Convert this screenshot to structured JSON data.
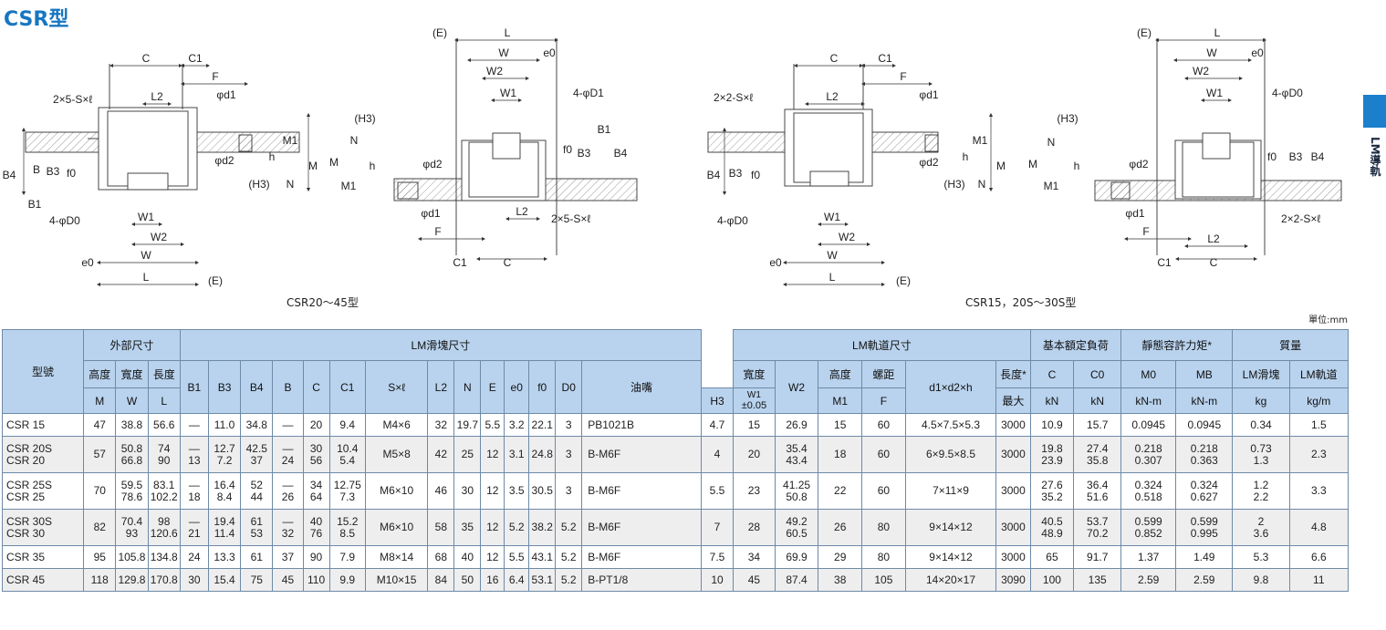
{
  "page": {
    "title": "CSR型",
    "side_tab_label": "LM導軌",
    "caption_left": "CSR20～45型",
    "caption_right": "CSR15，20S～30S型",
    "unit_note": "單位:mm"
  },
  "diagram_labels": {
    "c": "C",
    "c1": "C1",
    "f": "F",
    "l": "L",
    "l2": "L2",
    "w": "W",
    "w1": "W1",
    "w2": "W2",
    "e": "(E)",
    "e0": "e0",
    "f0": "f0",
    "h": "h",
    "h3": "(H3)",
    "n": "N",
    "m": "M",
    "m1": "M1",
    "b": "B",
    "b1": "B1",
    "b3": "B3",
    "b4": "B4",
    "d1": "φd1",
    "d2": "φd2",
    "bolt_5": "2×5-S×ℓ",
    "bolt_2": "2×2-S×ℓ",
    "d0": "4-φD0",
    "d1_4": "4-φD1"
  },
  "table": {
    "h_model": "型號",
    "g_outer": "外部尺寸",
    "g_block": "LM滑塊尺寸",
    "g_rail": "LM軌道尺寸",
    "g_load": "基本額定負荷",
    "g_moment": "靜態容許力矩*",
    "g_mass": "質量",
    "h_height": "高度",
    "h_width": "寬度",
    "h_length": "長度",
    "h_grease": "油嘴",
    "h_rail_width": "寬度",
    "h_rail_height": "高度",
    "h_pitch": "螺距",
    "h_max_len": "長度*",
    "h_mass_block": "LM滑塊",
    "h_mass_rail": "LM軌道",
    "sym_m": "M",
    "sym_w": "W",
    "sym_l": "L",
    "sym_b1": "B1",
    "sym_b3": "B3",
    "sym_b4": "B4",
    "sym_b": "B",
    "sym_c": "C",
    "sym_c1": "C1",
    "sym_sxl": "S×ℓ",
    "sym_l2": "L2",
    "sym_n": "N",
    "sym_e": "E",
    "sym_e0": "e0",
    "sym_f0": "f0",
    "sym_d0": "D0",
    "sym_h3": "H3",
    "sym_w1": "W1",
    "sym_w1_tol": "±0.05",
    "sym_w2": "W2",
    "sym_m1": "M1",
    "sym_f": "F",
    "sym_dxdxh": "d1×d2×h",
    "sym_max": "最大",
    "sym_c_load": "C",
    "sym_c0": "C0",
    "sym_ma": "M0",
    "sym_mb": "MB",
    "u_kn1": "kN",
    "u_kn2": "kN",
    "u_knm1": "kN-m",
    "u_knm2": "kN-m",
    "u_kg": "kg",
    "u_kgm": "kg/m",
    "rows": [
      {
        "model": [
          "CSR 15"
        ],
        "m": "47",
        "w": [
          "38.8"
        ],
        "l": [
          "56.6"
        ],
        "b1": [
          "—"
        ],
        "b3": [
          "11.0"
        ],
        "b4": [
          "34.8"
        ],
        "b": [
          "—"
        ],
        "c": [
          "20"
        ],
        "c1": [
          "9.4"
        ],
        "sxl": "M4×6",
        "l2": "32",
        "n": "19.7",
        "e": "5.5",
        "e0": "3.2",
        "f0": "22.1",
        "d0": "3",
        "grease": "PB1021B",
        "h3": "4.7",
        "w1": "15",
        "w2": [
          "26.9"
        ],
        "m1": "15",
        "f": "60",
        "dxh": "4.5×7.5×5.3",
        "maxlen": "3000",
        "c_load": [
          "10.9"
        ],
        "c0": [
          "15.7"
        ],
        "ma": [
          "0.0945"
        ],
        "mb": [
          "0.0945"
        ],
        "mass_block": [
          "0.34"
        ],
        "mass_rail": "1.5"
      },
      {
        "model": [
          "CSR 20S",
          "CSR 20"
        ],
        "m": "57",
        "w": [
          "50.8",
          "66.8"
        ],
        "l": [
          "74",
          "90"
        ],
        "b1": [
          "—",
          "13"
        ],
        "b3": [
          "12.7",
          "7.2"
        ],
        "b4": [
          "42.5",
          "37"
        ],
        "b": [
          "—",
          "24"
        ],
        "c": [
          "30",
          "56"
        ],
        "c1": [
          "10.4",
          "5.4"
        ],
        "sxl": "M5×8",
        "l2": "42",
        "n": "25",
        "e": "12",
        "e0": "3.1",
        "f0": "24.8",
        "d0": "3",
        "grease": "B-M6F",
        "h3": "4",
        "w1": "20",
        "w2": [
          "35.4",
          "43.4"
        ],
        "m1": "18",
        "f": "60",
        "dxh": "6×9.5×8.5",
        "maxlen": "3000",
        "c_load": [
          "19.8",
          "23.9"
        ],
        "c0": [
          "27.4",
          "35.8"
        ],
        "ma": [
          "0.218",
          "0.307"
        ],
        "mb": [
          "0.218",
          "0.363"
        ],
        "mass_block": [
          "0.73",
          "1.3"
        ],
        "mass_rail": "2.3"
      },
      {
        "model": [
          "CSR 25S",
          "CSR 25"
        ],
        "m": "70",
        "w": [
          "59.5",
          "78.6"
        ],
        "l": [
          "83.1",
          "102.2"
        ],
        "b1": [
          "—",
          "18"
        ],
        "b3": [
          "16.4",
          "8.4"
        ],
        "b4": [
          "52",
          "44"
        ],
        "b": [
          "—",
          "26"
        ],
        "c": [
          "34",
          "64"
        ],
        "c1": [
          "12.75",
          "7.3"
        ],
        "sxl": "M6×10",
        "l2": "46",
        "n": "30",
        "e": "12",
        "e0": "3.5",
        "f0": "30.5",
        "d0": "3",
        "grease": "B-M6F",
        "h3": "5.5",
        "w1": "23",
        "w2": [
          "41.25",
          "50.8"
        ],
        "m1": "22",
        "f": "60",
        "dxh": "7×11×9",
        "maxlen": "3000",
        "c_load": [
          "27.6",
          "35.2"
        ],
        "c0": [
          "36.4",
          "51.6"
        ],
        "ma": [
          "0.324",
          "0.518"
        ],
        "mb": [
          "0.324",
          "0.627"
        ],
        "mass_block": [
          "1.2",
          "2.2"
        ],
        "mass_rail": "3.3"
      },
      {
        "model": [
          "CSR 30S",
          "CSR 30"
        ],
        "m": "82",
        "w": [
          "70.4",
          "93"
        ],
        "l": [
          "98",
          "120.6"
        ],
        "b1": [
          "—",
          "21"
        ],
        "b3": [
          "19.4",
          "11.4"
        ],
        "b4": [
          "61",
          "53"
        ],
        "b": [
          "—",
          "32"
        ],
        "c": [
          "40",
          "76"
        ],
        "c1": [
          "15.2",
          "8.5"
        ],
        "sxl": "M6×10",
        "l2": "58",
        "n": "35",
        "e": "12",
        "e0": "5.2",
        "f0": "38.2",
        "d0": "5.2",
        "grease": "B-M6F",
        "h3": "7",
        "w1": "28",
        "w2": [
          "49.2",
          "60.5"
        ],
        "m1": "26",
        "f": "80",
        "dxh": "9×14×12",
        "maxlen": "3000",
        "c_load": [
          "40.5",
          "48.9"
        ],
        "c0": [
          "53.7",
          "70.2"
        ],
        "ma": [
          "0.599",
          "0.852"
        ],
        "mb": [
          "0.599",
          "0.995"
        ],
        "mass_block": [
          "2",
          "3.6"
        ],
        "mass_rail": "4.8"
      },
      {
        "model": [
          "CSR 35"
        ],
        "m": "95",
        "w": [
          "105.8"
        ],
        "l": [
          "134.8"
        ],
        "b1": [
          "24"
        ],
        "b3": [
          "13.3"
        ],
        "b4": [
          "61"
        ],
        "b": [
          "37"
        ],
        "c": [
          "90"
        ],
        "c1": [
          "7.9"
        ],
        "sxl": "M8×14",
        "l2": "68",
        "n": "40",
        "e": "12",
        "e0": "5.5",
        "f0": "43.1",
        "d0": "5.2",
        "grease": "B-M6F",
        "h3": "7.5",
        "w1": "34",
        "w2": [
          "69.9"
        ],
        "m1": "29",
        "f": "80",
        "dxh": "9×14×12",
        "maxlen": "3000",
        "c_load": [
          "65"
        ],
        "c0": [
          "91.7"
        ],
        "ma": [
          "1.37"
        ],
        "mb": [
          "1.49"
        ],
        "mass_block": [
          "5.3"
        ],
        "mass_rail": "6.6"
      },
      {
        "model": [
          "CSR 45"
        ],
        "m": "118",
        "w": [
          "129.8"
        ],
        "l": [
          "170.8"
        ],
        "b1": [
          "30"
        ],
        "b3": [
          "15.4"
        ],
        "b4": [
          "75"
        ],
        "b": [
          "45"
        ],
        "c": [
          "110"
        ],
        "c1": [
          "9.9"
        ],
        "sxl": "M10×15",
        "l2": "84",
        "n": "50",
        "e": "16",
        "e0": "6.4",
        "f0": "53.1",
        "d0": "5.2",
        "grease": "B-PT1/8",
        "h3": "10",
        "w1": "45",
        "w2": [
          "87.4"
        ],
        "m1": "38",
        "f": "105",
        "dxh": "14×20×17",
        "maxlen": "3090",
        "c_load": [
          "100"
        ],
        "c0": [
          "135"
        ],
        "ma": [
          "2.59"
        ],
        "mb": [
          "2.59"
        ],
        "mass_block": [
          "9.8"
        ],
        "mass_rail": "11"
      }
    ]
  }
}
